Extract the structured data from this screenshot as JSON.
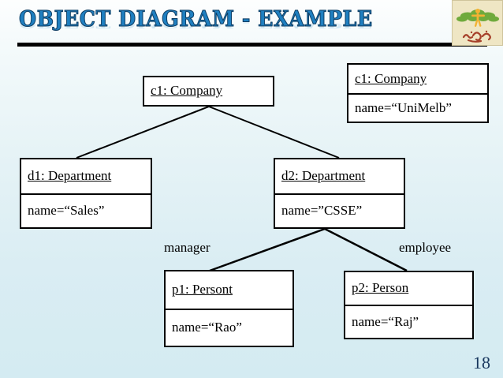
{
  "slide": {
    "title": "OBJECT DIAGRAM - EXAMPLE",
    "page_number": "18",
    "background_top_color": "#fdfefe",
    "background_bottom_color": "#d4ebf2",
    "title_color": "#1f7fc0",
    "rule_color": "#000000"
  },
  "logo": {
    "name": "tree-person-logo",
    "background_color": "#efe6c4",
    "tree_color": "#6faa3c",
    "figure_color": "#f3b233",
    "script_color": "#a6402a"
  },
  "diagram": {
    "type": "uml-object-diagram",
    "objects": [
      {
        "id": "c1-company",
        "name": "c1: Company",
        "attributes": []
      },
      {
        "id": "c1-company-unimelb",
        "name": "c1: Company",
        "attributes": [
          "name=“UniMelb”"
        ]
      },
      {
        "id": "d1-department",
        "name": "d1: Department",
        "attributes": [
          "name=“Sales”"
        ]
      },
      {
        "id": "d2-department",
        "name": "d2: Department",
        "attributes": [
          "name=”CSSE”"
        ]
      },
      {
        "id": "p1-persont",
        "name": "p1: Persont",
        "attributes": [
          "name=“Rao”"
        ]
      },
      {
        "id": "p2-person",
        "name": "p2: Person",
        "attributes": [
          "name=“Raj”"
        ]
      }
    ],
    "link_labels": {
      "manager": "manager",
      "employee": "employee"
    },
    "links": [
      {
        "from": "c1-company",
        "to": "d1-department",
        "label": ""
      },
      {
        "from": "c1-company",
        "to": "d2-department",
        "label": ""
      },
      {
        "from": "d2-department",
        "to": "p1-persont",
        "label": "manager"
      },
      {
        "from": "d2-department",
        "to": "p2-person",
        "label": "employee"
      }
    ]
  }
}
